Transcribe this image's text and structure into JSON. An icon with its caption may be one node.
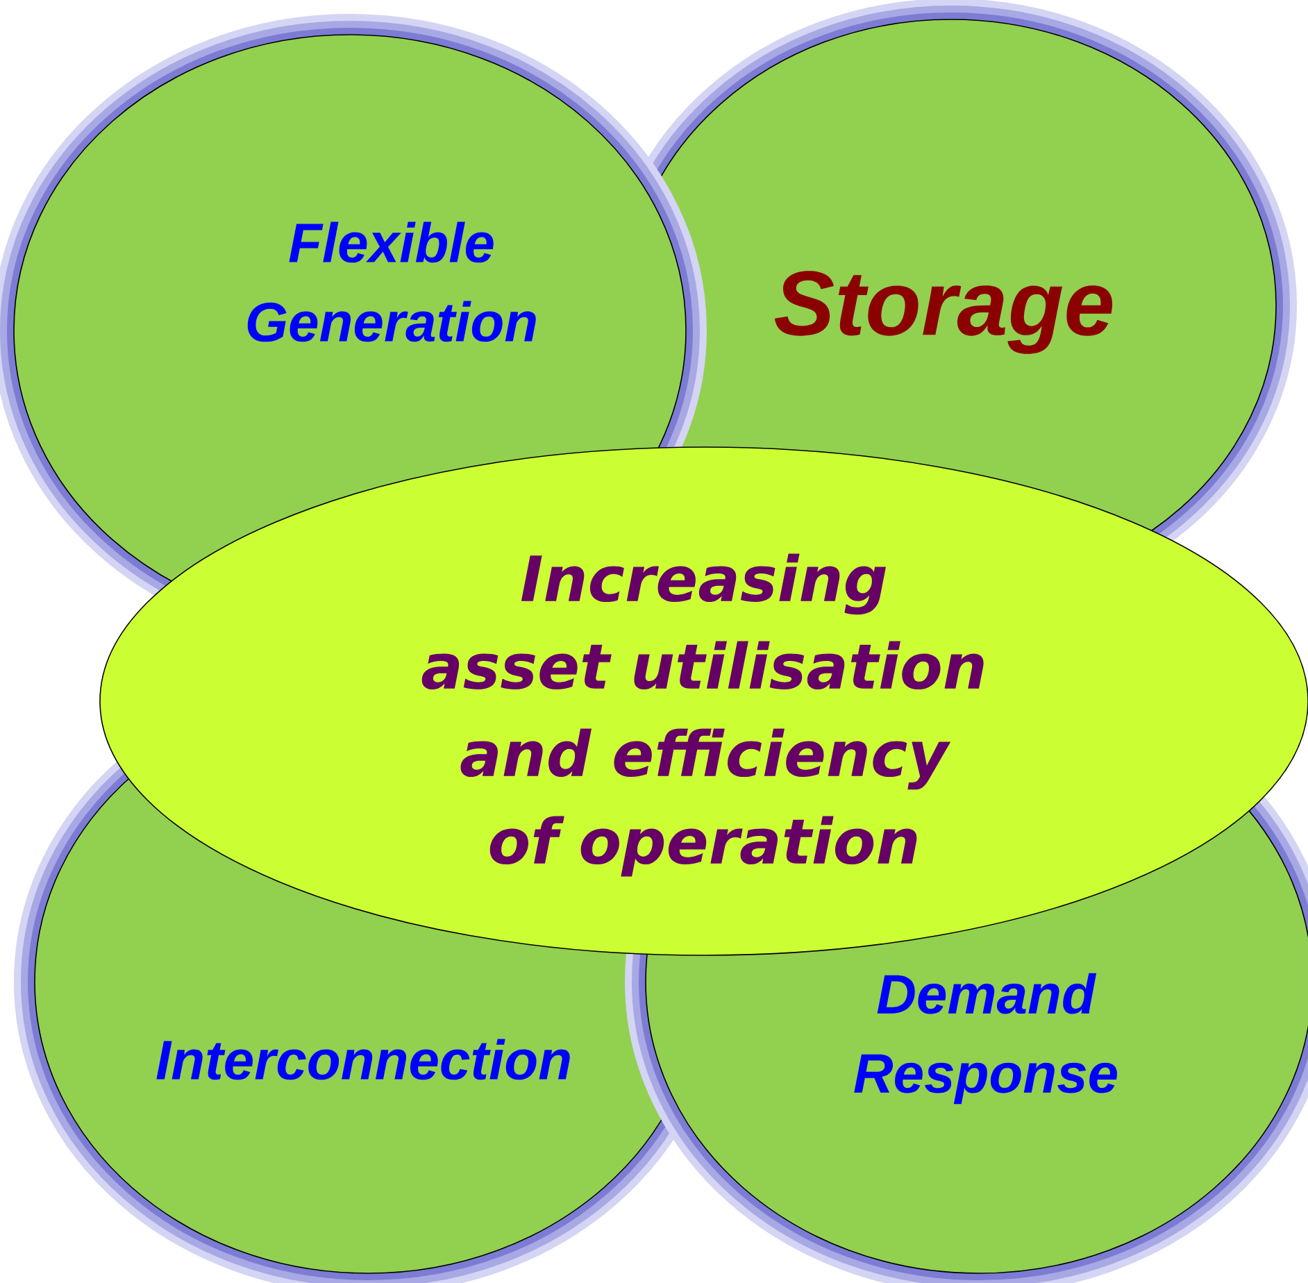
{
  "diagram": {
    "nodes": [
      {
        "text": [
          "Flexible Generation"
        ]
      },
      {
        "text": [
          "Storage"
        ]
      },
      {
        "text": [
          "Increasing asset utilisation and efficiency of operation"
        ]
      },
      {
        "text": [
          "Interconnection"
        ]
      },
      {
        "text": [
          "Demand Response"
        ]
      }
    ]
  }
}
